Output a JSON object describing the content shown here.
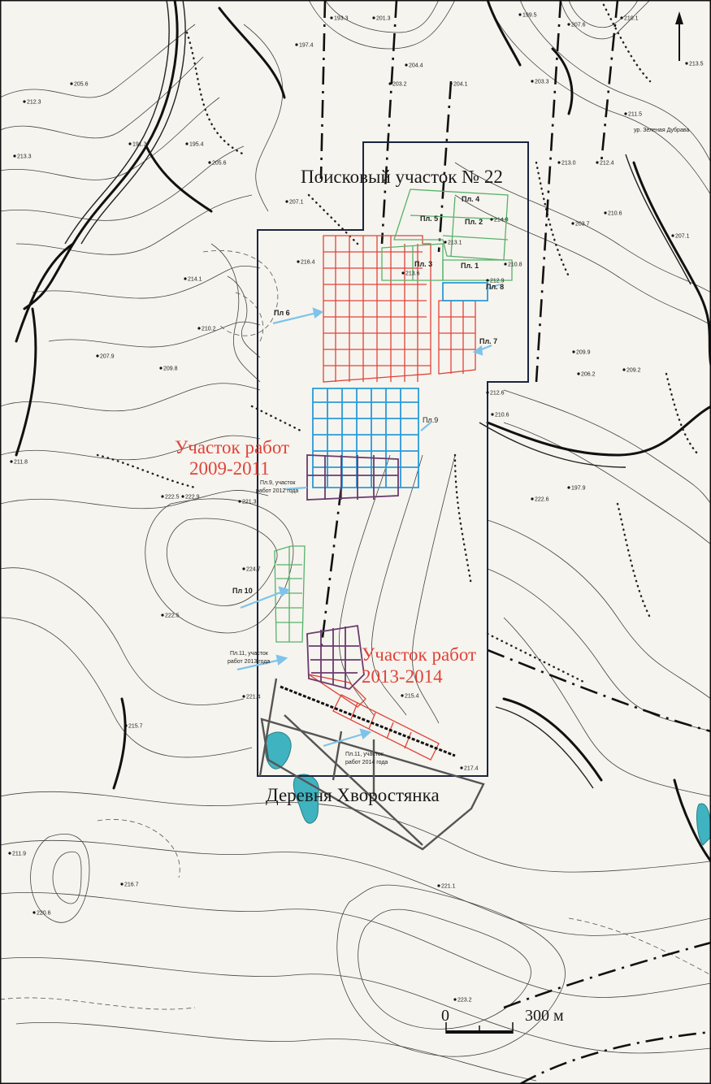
{
  "map": {
    "title": "Поисковый участок № 22",
    "village": "Деревня Хворостянка",
    "works_area_1_line1": "Участок работ",
    "works_area_1_line2": "2009-2011",
    "works_area_2_line1": "Участок работ",
    "works_area_2_line2": "2013-2014",
    "north_arrow": "north-arrow",
    "scale": {
      "zero": "0",
      "max": "300 м"
    },
    "plots": {
      "pl1": "Пл. 1",
      "pl2": "Пл. 2",
      "pl3": "Пл. 3",
      "pl4": "Пл. 4",
      "pl5": "Пл. 5",
      "pl6": "Пл 6",
      "pl7": "Пл. 7",
      "pl8": "Пл. 8",
      "pl9": "Пл.9",
      "pl10": "Пл 10"
    },
    "notes": {
      "n2012_a": "Пл.9, участок",
      "n2012_b": "работ 2012 года",
      "n2013_a": "Пл.11, участок",
      "n2013_b": "работ 2013 года",
      "n2014_a": "Пл.11, участок",
      "n2014_b": "работ 2014 года",
      "tract": "ур. Зеленая Дубрава"
    },
    "elevations": [
      "193.3",
      "201.3",
      "199.5",
      "210.1",
      "207.6",
      "213.5",
      "197.4",
      "204.4",
      "203.2",
      "204.1",
      "203.3",
      "212.3",
      "205.6",
      "191.3",
      "195.4",
      "205.6",
      "211.5",
      "213.3",
      "207.1",
      "213.0",
      "212.4",
      "210.6",
      "203.7",
      "207.1",
      "210.8",
      "214.0",
      "213.1",
      "216.4",
      "214.1",
      "210.2",
      "212.9",
      "207.9",
      "209.8",
      "209.9",
      "209.2",
      "206.2",
      "212.6",
      "210.6",
      "211.8",
      "222.5",
      "222.9",
      "221.3",
      "197.9",
      "222.6",
      "224.7",
      "222.5",
      "221.4",
      "215.7",
      "215.4",
      "217.4",
      "211.9",
      "216.7",
      "221.1",
      "220.6",
      "223.2",
      "213.6"
    ],
    "colors": {
      "red": "#e0433a",
      "blue": "#2a9ad8",
      "green": "#56b26b",
      "purple": "#6a3b6e",
      "water": "#3fb3c0",
      "boundary": "#1b2440",
      "arrow": "#7ec3ea"
    }
  }
}
